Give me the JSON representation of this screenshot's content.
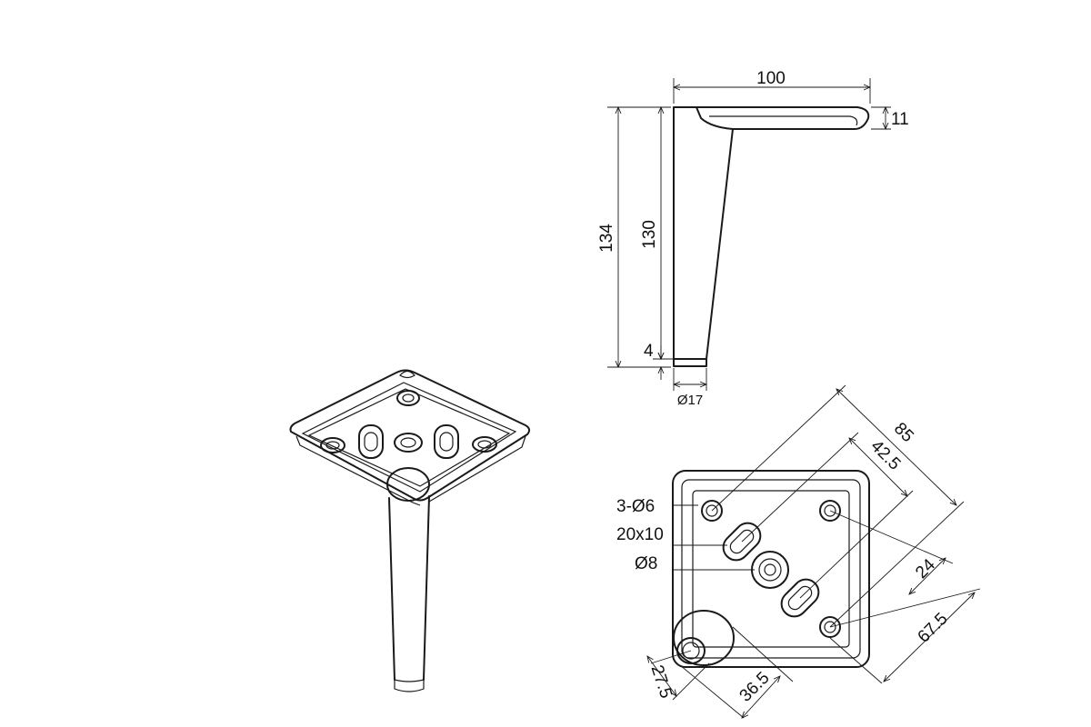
{
  "dimensions": {
    "width_top": "100",
    "plate_thickness": "11",
    "total_height": "134",
    "leg_height": "130",
    "foot_height": "4",
    "foot_diameter": "Ø17",
    "diagonal_85": "85",
    "diagonal_42_5": "42.5",
    "offset_24": "24",
    "offset_67_5": "67.5",
    "offset_27_5": "27.5",
    "offset_36_5": "36.5"
  },
  "callouts": {
    "holes": "3-Ø6",
    "slots": "20x10",
    "center_hole": "Ø8"
  }
}
